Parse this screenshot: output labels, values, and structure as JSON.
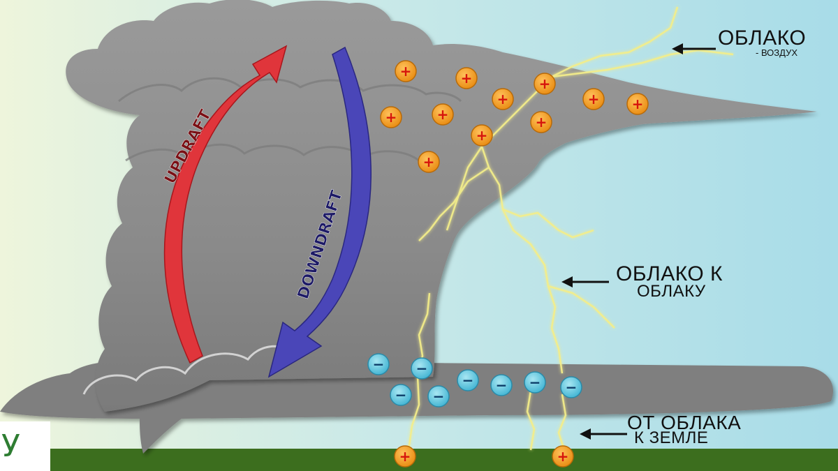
{
  "labels": {
    "cloud_to_air": {
      "title": "ОБЛАКО",
      "subtitle": "- ВОЗДУХ"
    },
    "cloud_to_cloud": {
      "line1": "ОБЛАКО К",
      "line2": "ОБЛАКУ"
    },
    "cloud_to_ground": {
      "line1": "ОТ ОБЛАКА",
      "line2": "К ЗЕМЛЕ"
    }
  },
  "arrows": {
    "updraft": "UPDRAFT",
    "downdraft": "DOWNDRAFT"
  },
  "charges": {
    "positive_symbol": "+",
    "negative_symbol": "−"
  },
  "corner_glyph": "У",
  "colors": {
    "sky_left": "#e8f3dc",
    "sky_right": "#a9dde8",
    "cloud": "#8e8e8e",
    "cloud_dark": "#6e6e6e",
    "ground": "#3c6e1e",
    "updraft": "#e0353b",
    "downdraft": "#4a46b8",
    "positive": "#f39a1c",
    "negative": "#5fc6df",
    "lightning": "#f4ee8a"
  }
}
